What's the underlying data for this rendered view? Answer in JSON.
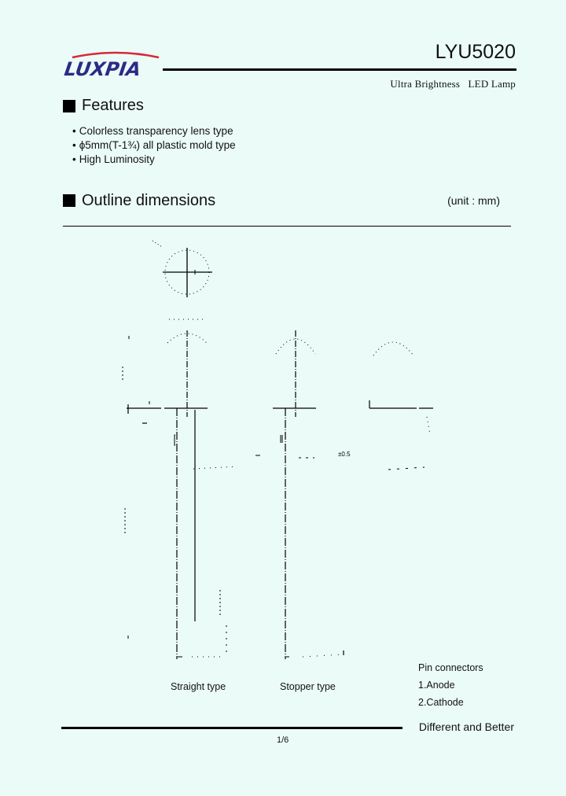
{
  "header": {
    "brand": "LUXPIA",
    "model": "LYU5020",
    "subtitle": "Ultra Brightness   LED Lamp",
    "colors": {
      "brand_text": "#2c2a86",
      "brand_arc": "#d8283a",
      "background": "#ebfcf8"
    }
  },
  "features": {
    "title": "Features",
    "items": [
      "Colorless transparency lens type",
      "ϕ5mm(T-1¾) all plastic mold type",
      "High Luminosity"
    ]
  },
  "outline": {
    "title": "Outline dimensions",
    "unit": "(unit : mm)",
    "captions": {
      "straight": "Straight type",
      "stopper": "Stopper type"
    },
    "tolerance_label": "±0.5"
  },
  "pin_connectors": {
    "title": "Pin connectors",
    "items": [
      "1.Anode",
      "2.Cathode"
    ]
  },
  "footer": {
    "tagline": "Different and Better",
    "page": "1/6"
  }
}
